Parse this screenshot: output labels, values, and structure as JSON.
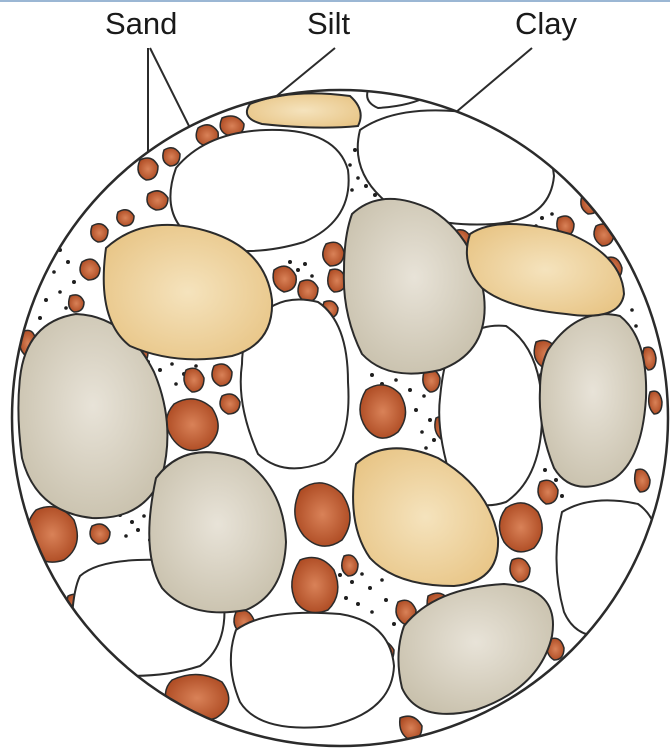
{
  "labels": {
    "sand": "Sand",
    "silt": "Silt",
    "clay": "Clay"
  },
  "colors": {
    "outline": "#2b2b2b",
    "sand_light": "#f1d9a6",
    "sand_dark": "#e7c27f",
    "stone_light": "#dcd6c8",
    "stone_dark": "#c9c1ae",
    "silt_fill": "#b8542a",
    "silt_highlight": "#d27a4e",
    "clay_dots": "#1e1e1e"
  }
}
